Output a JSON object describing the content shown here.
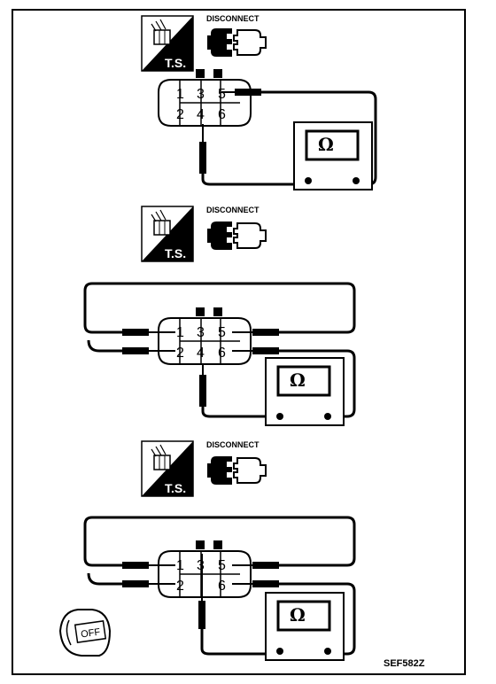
{
  "header_label": "DISCONNECT",
  "ts_label": "T.S.",
  "meter_symbol": "Ω",
  "ignition_label": "OFF",
  "figure_code": "SEF582Z",
  "connector_pins": [
    "1",
    "3",
    "5",
    "2",
    "4",
    "6"
  ],
  "steps": [
    {
      "probes": [
        "5",
        "4"
      ]
    },
    {
      "probes": [
        "1",
        "2",
        "5",
        "6",
        "4"
      ]
    },
    {
      "probes": [
        "1",
        "2",
        "5",
        "6",
        "3"
      ]
    }
  ]
}
